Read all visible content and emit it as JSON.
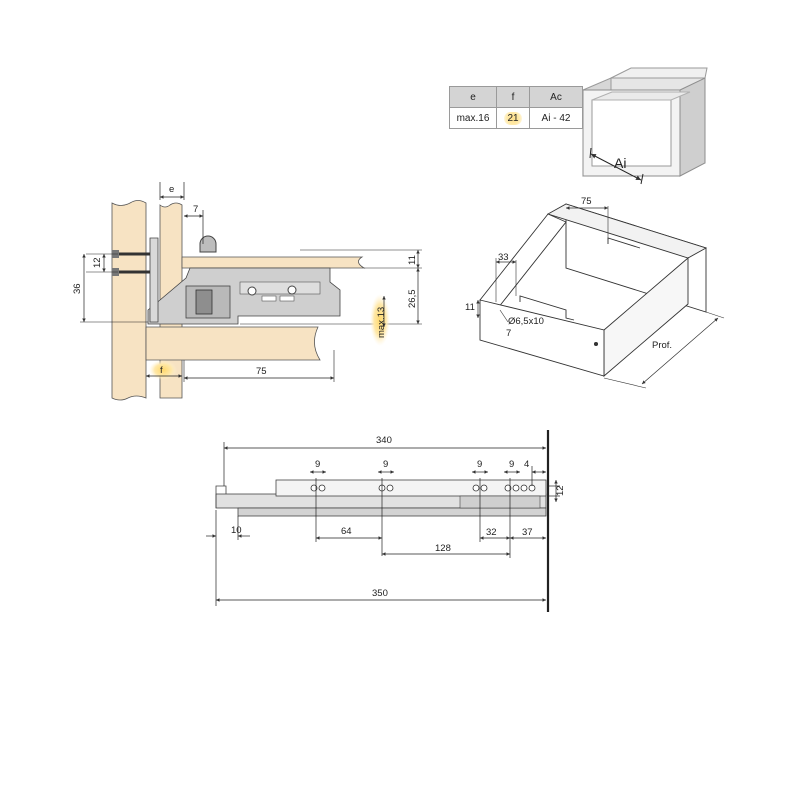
{
  "spec_table": {
    "headers": [
      "e",
      "f",
      "Ac"
    ],
    "values": [
      "max.16",
      "21",
      "Ai - 42"
    ]
  },
  "cabinet_icon": {
    "label": "Ai"
  },
  "side_section": {
    "e": "e",
    "d7": "7",
    "d12": "12",
    "d36": "36",
    "d11": "11",
    "d265": "26,5",
    "max13": "max.13",
    "f": "f",
    "d75": "75"
  },
  "drawer_iso": {
    "d75": "75",
    "d33": "33",
    "d11": "11",
    "hole": "Ø6,5x10",
    "d7": "7",
    "prof": "Prof."
  },
  "runner": {
    "d340": "340",
    "d350": "350",
    "d10": "10",
    "d64": "64",
    "d128": "128",
    "d32": "32",
    "d37": "37",
    "d4": "4",
    "d12": "12",
    "nine_labels": [
      "9",
      "9",
      "9",
      "9"
    ]
  },
  "colors": {
    "wood": "#f7e3c3",
    "metal": "#c9c9c9",
    "highlight": "#ffd86b",
    "table_header": "#d4d4d4"
  }
}
